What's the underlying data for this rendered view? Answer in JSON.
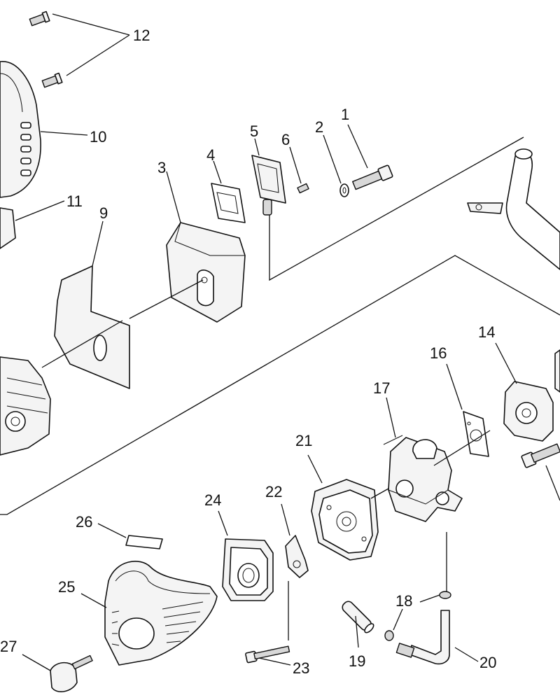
{
  "diagram": {
    "callouts": [
      {
        "id": "p1",
        "text": "1"
      },
      {
        "id": "p2",
        "text": "2"
      },
      {
        "id": "p3",
        "text": "3"
      },
      {
        "id": "p4",
        "text": "4"
      },
      {
        "id": "p5",
        "text": "5"
      },
      {
        "id": "p6",
        "text": "6"
      },
      {
        "id": "p9",
        "text": "9"
      },
      {
        "id": "p10",
        "text": "10"
      },
      {
        "id": "p11",
        "text": "11"
      },
      {
        "id": "p12",
        "text": "12"
      },
      {
        "id": "p14",
        "text": "14"
      },
      {
        "id": "p16",
        "text": "16"
      },
      {
        "id": "p17",
        "text": "17"
      },
      {
        "id": "p18",
        "text": "18"
      },
      {
        "id": "p19",
        "text": "19"
      },
      {
        "id": "p20",
        "text": "20"
      },
      {
        "id": "p21",
        "text": "21"
      },
      {
        "id": "p22",
        "text": "22"
      },
      {
        "id": "p23",
        "text": "23"
      },
      {
        "id": "p24",
        "text": "24"
      },
      {
        "id": "p25",
        "text": "25"
      },
      {
        "id": "p26",
        "text": "26"
      },
      {
        "id": "p27",
        "text": "27"
      }
    ]
  }
}
